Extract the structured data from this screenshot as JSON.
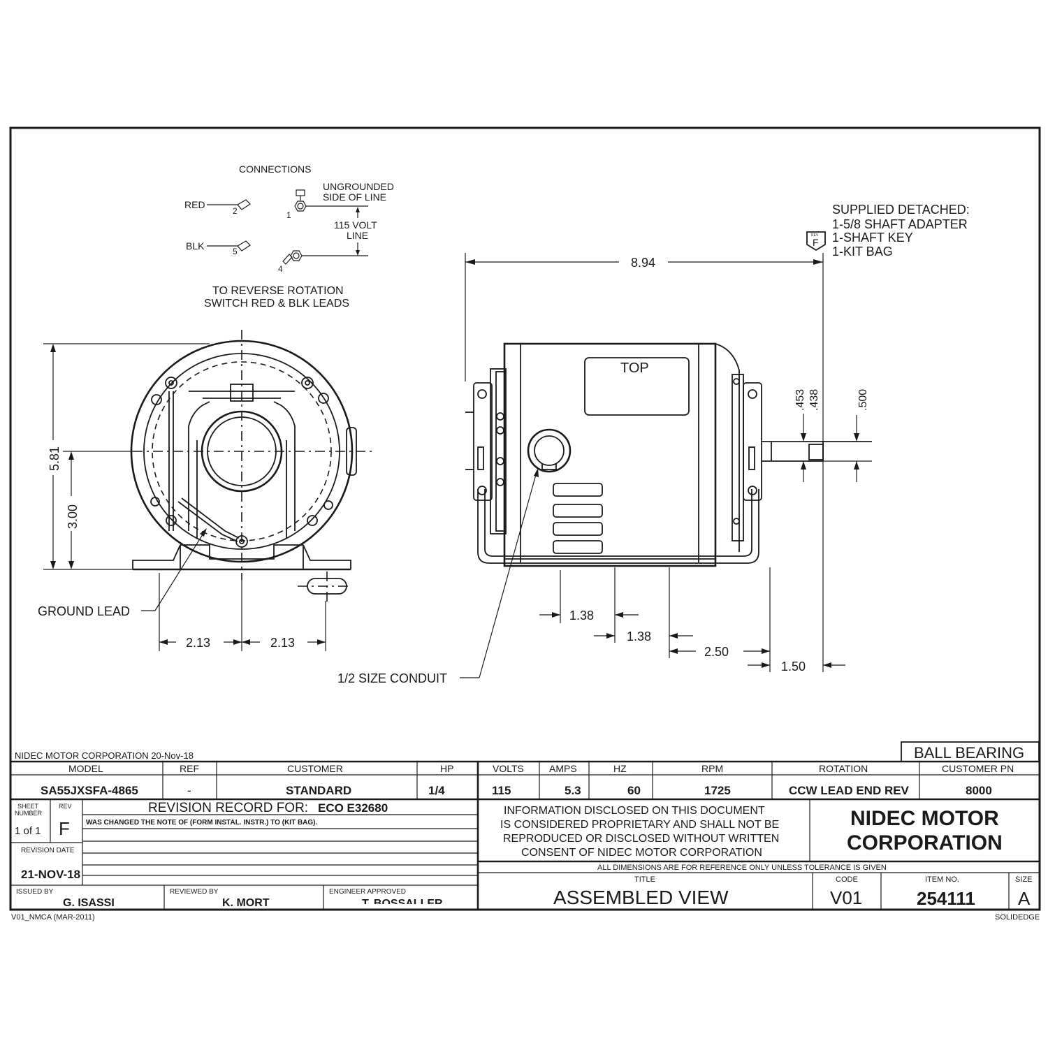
{
  "connections": {
    "title": "CONNECTIONS",
    "red_label": "RED",
    "blk_label": "BLK",
    "terminal_1": "1",
    "terminal_2": "2",
    "terminal_4": "4",
    "terminal_5": "5",
    "ungrounded_line1": "UNGROUNDED",
    "ungrounded_line2": "SIDE OF LINE",
    "volt_line1": "115 VOLT",
    "volt_line2": "LINE",
    "reverse_line1": "TO REVERSE ROTATION",
    "reverse_line2": "SWITCH RED & BLK LEADS"
  },
  "supplied": {
    "line1": "SUPPLIED DETACHED:",
    "line2": "1-5/8 SHAFT ADAPTER",
    "line3": "1-SHAFT KEY",
    "line4": "1-KIT BAG",
    "rev_flag_small": "REV",
    "rev_flag": "F"
  },
  "dimensions": {
    "overall_length": "8.94",
    "height": "5.81",
    "shaft_height": "3.00",
    "half_width_left": "2.13",
    "half_width_right": "2.13",
    "shaft_dia_1": ".453",
    "shaft_dia_2": ".438",
    "shaft_key": ".500",
    "foot_a": "1.38",
    "foot_b": "1.38",
    "foot_c": "2.50",
    "shaft_ext": "1.50"
  },
  "labels": {
    "top": "TOP",
    "ground_lead": "GROUND LEAD",
    "conduit": "1/2 SIZE CONDUIT"
  },
  "title_block": {
    "company_date": "NIDEC MOTOR CORPORATION 20-Nov-18",
    "bearing": "BALL BEARING",
    "headers": {
      "model": "MODEL",
      "ref": "REF",
      "customer": "CUSTOMER",
      "hp": "HP",
      "volts": "VOLTS",
      "amps": "AMPS",
      "hz": "HZ",
      "rpm": "RPM",
      "rotation": "ROTATION",
      "customer_pn": "CUSTOMER PN"
    },
    "values": {
      "model": "SA55JXSFA-4865",
      "ref": "-",
      "customer": "STANDARD",
      "hp": "1/4",
      "volts": "115",
      "amps": "5.3",
      "hz": "60",
      "rpm": "1725",
      "rotation": "CCW LEAD END REV",
      "customer_pn": "8000"
    },
    "sheet_number_label_1": "SHEET",
    "sheet_number_label_2": "NUMBER",
    "sheet_value": "1 of 1",
    "rev_label": "REV",
    "rev_value": "F",
    "revision_record_label": "REVISION RECORD FOR:",
    "eco": "ECO E32680",
    "revision_note": "WAS CHANGED THE NOTE OF (FORM INSTAL. INSTR.) TO (KIT BAG).",
    "revision_date_label": "REVISION DATE",
    "revision_date": "21-NOV-18",
    "issued_by_label": "ISSUED BY",
    "issued_by": "G. ISASSI",
    "reviewed_by_label": "REVIEWED BY",
    "reviewed_by": "K. MORT",
    "engineer_label": "ENGINEER APPROVED",
    "engineer": "T. BOSSALLER",
    "proprietary_1": "INFORMATION DISCLOSED ON THIS DOCUMENT",
    "proprietary_2": "IS CONSIDERED PROPRIETARY AND SHALL NOT BE",
    "proprietary_3": "REPRODUCED OR DISCLOSED WITHOUT WRITTEN",
    "proprietary_4": "CONSENT OF NIDEC MOTOR CORPORATION",
    "company_1": "NIDEC MOTOR",
    "company_2": "CORPORATION",
    "reference_note": "ALL DIMENSIONS ARE FOR REFERENCE ONLY UNLESS TOLERANCE IS GIVEN",
    "title_label": "TITLE",
    "title": "ASSEMBLED VIEW",
    "code_label": "CODE",
    "code": "V01",
    "item_label": "ITEM NO.",
    "item": "254111",
    "size_label": "SIZE",
    "size": "A",
    "form_id": "V01_NMCA (MAR-2011)",
    "software": "SOLIDEDGE"
  }
}
